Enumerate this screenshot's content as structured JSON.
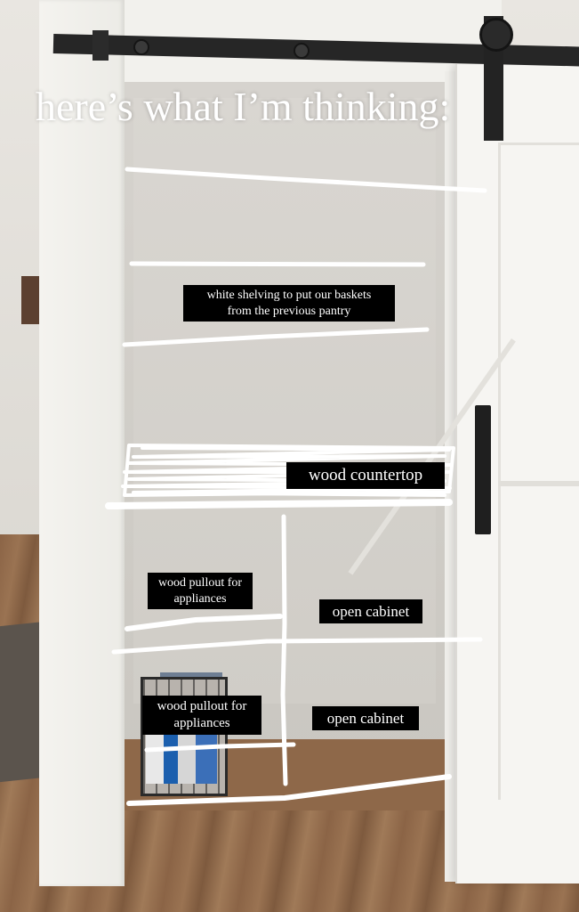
{
  "title": "here’s what I’m thinking:",
  "labels": {
    "shelving": [
      "white shelving to put our baskets",
      "from the previous pantry"
    ],
    "countertop": "wood countertop",
    "pullout_upper": [
      "wood pullout for",
      "appliances"
    ],
    "open_cabinet_upper": "open cabinet",
    "pullout_lower": [
      "wood pullout for",
      "appliances"
    ],
    "open_cabinet_lower": "open cabinet"
  },
  "colors": {
    "annotation_text": "#ffffff",
    "label_background": "#000000",
    "marker_stroke": "#ffffff"
  }
}
